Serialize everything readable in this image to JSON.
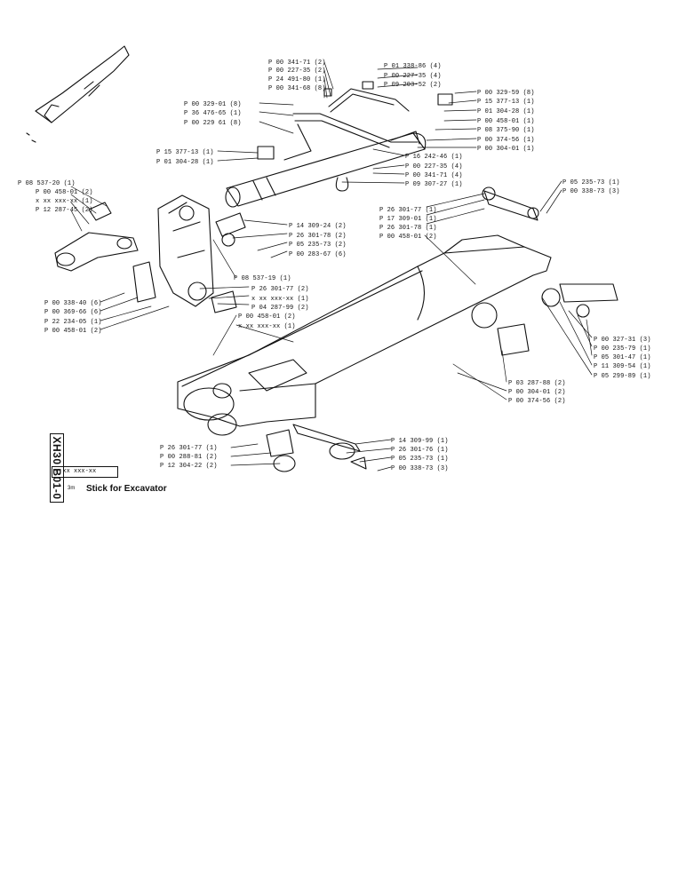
{
  "title_block": {
    "drawing_code": "XH30 B01-0",
    "part_number_box": "x xx xxx-xx",
    "unit_mark": "3m",
    "title": "Stick for Excavator"
  },
  "callouts": [
    "P 00 341-71 (2)",
    "P 00 227-35 (2)",
    "P 24 491-80 (1)",
    "P 00 341-68 (8)",
    "P 01 338-86 (4)",
    "P 00 227-35 (4)",
    "P 09 203-52 (2)",
    "P 00 329-59 (8)",
    "P 15 377-13 (1)",
    "P 01 304-28 (1)",
    "P 00 458-01 (1)",
    "P 08 375-90 (1)",
    "P 00 374-56 (1)",
    "P 00 304-01 (1)",
    "P 00 329-01 (8)",
    "P 36 476-65 (1)",
    "P 00 229 61 (8)",
    "P 15 377-13 (1)",
    "P 01 304-28 (1)",
    "P 16 242-46 (1)",
    "P 00 227-35 (4)",
    "P 00 341-71 (4)",
    "P 09 307-27 (1)",
    "P 05 235-73 (1)",
    "P 00 338-73 (3)",
    "P 08 537-20 (1)",
    "P 00 458-01 (2)",
    "x xx xxx-xx (1)",
    "P 12 287-45 (2)",
    "P 26 301-77 (1)",
    "P 17 309-01 (1)",
    "P 26 301-78 (1)",
    "P 00 458-01 (2)",
    "P 14 309-24 (2)",
    "P 26 301-78 (2)",
    "P 05 235-73 (2)",
    "P 00 283-67 (6)",
    "P 08 537-19 (1)",
    "P 26 301-77 (2)",
    "x xx xxx-xx (1)",
    "P 04 287-99 (2)",
    "P 00 338-40 (6)",
    "P 00 369-66 (6)",
    "P 22 234-05 (1)",
    "P 00 458-01 (2)",
    "P 00 458-01 (2)",
    "x xx xxx-xx (1)",
    "P 00 327-31 (3)",
    "P 00 235-79 (1)",
    "P 05 301-47 (1)",
    "P 11 309-54 (1)",
    "P 05 299-89 (1)",
    "P 03 287-88 (2)",
    "P 00 304-01 (2)",
    "P 00 374-56 (2)",
    "P 26 301-77 (1)",
    "P 00 288-81 (2)",
    "P 12 304-22 (2)",
    "P 14 309-99 (1)",
    "P 26 301-76 (1)",
    "P 05 235-73 (1)",
    "P 00 338-73 (3)"
  ]
}
